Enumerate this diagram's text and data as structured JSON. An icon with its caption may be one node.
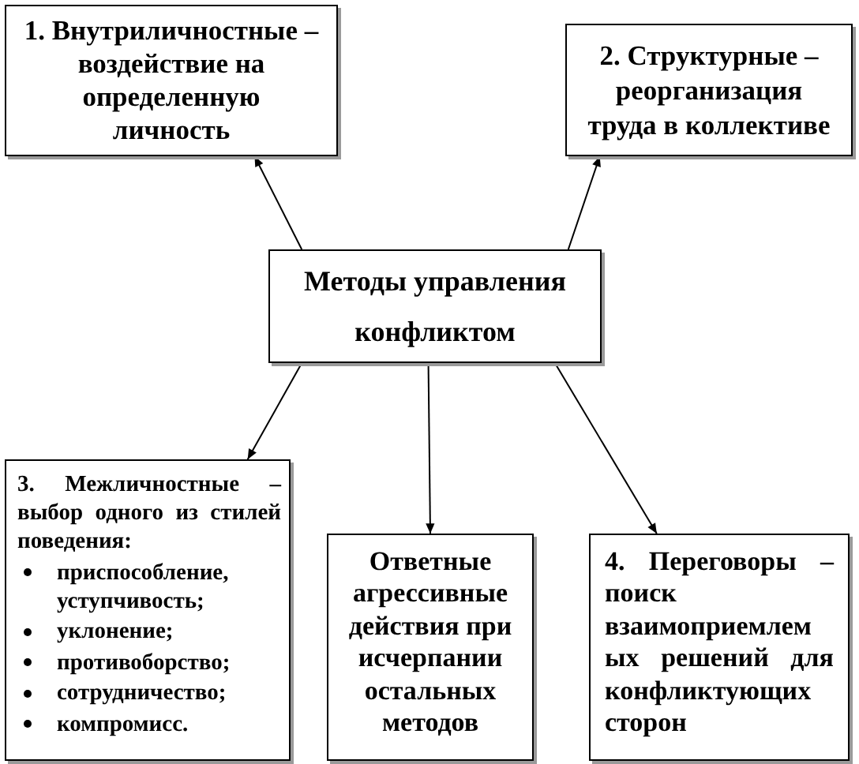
{
  "diagram": {
    "nodes": [
      {
        "text": [
          "1. Внутриличностные – воздействие на определенную личность"
        ]
      },
      {
        "text": [
          "2. Структурные – реорганизация труда в коллективе"
        ]
      },
      {
        "text": [
          "Методы управления конфликтом"
        ]
      },
      {
        "text": [
          "3. Межличностные – выбор одного из стилей поведения:",
          "приспособление, уступчивость;",
          "уклонение;",
          "противоборство;",
          "сотрудничество;",
          "компромисс."
        ]
      },
      {
        "text": [
          "Ответные агрессивные действия при исчерпании остальных методов"
        ]
      },
      {
        "text": [
          "4. Переговоры – поиск взаимоприемлем ых решений для конфликтующих сторон"
        ]
      }
    ],
    "edges": [
      {
        "from": 2,
        "to": 0,
        "arrow": "to"
      },
      {
        "from": 2,
        "to": 1,
        "arrow": "to"
      },
      {
        "from": 2,
        "to": 3,
        "arrow": "to"
      },
      {
        "from": 2,
        "to": 4,
        "arrow": "to"
      },
      {
        "from": 2,
        "to": 5,
        "arrow": "to"
      }
    ]
  }
}
